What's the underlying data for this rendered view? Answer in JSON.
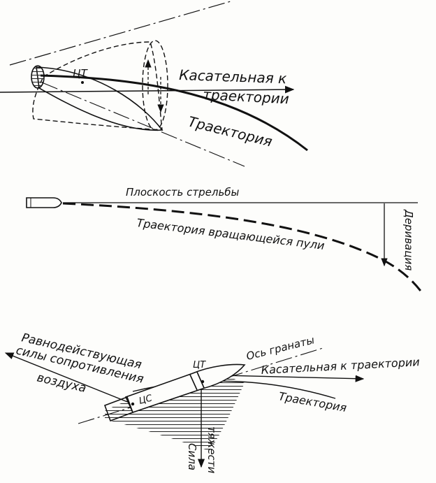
{
  "figure_top": {
    "label_ct": "ЦТ",
    "label_tangent_line1": "Касательная к",
    "label_tangent_line2": "траектории",
    "label_trajectory": "Траектория"
  },
  "figure_middle": {
    "label_plane": "Плоскость стрельбы",
    "label_spinning_trajectory": "Траектория вращающейся пули",
    "label_derivation": "Деривация"
  },
  "figure_bottom": {
    "label_resultant_line1": "Равнодействующая",
    "label_resultant_line2": "силы сопротивления",
    "label_resultant_line3": "воздуха",
    "label_axis": "Ось гранаты",
    "label_ct": "ЦТ",
    "label_cs": "ЦС",
    "label_tangent": "Касательная к траектории",
    "label_trajectory": "Траектория",
    "label_gravity_line1": "Сила",
    "label_gravity_line2": "тяжести"
  },
  "colors": {
    "ink": "#111111",
    "paper": "#fdfdfb"
  }
}
